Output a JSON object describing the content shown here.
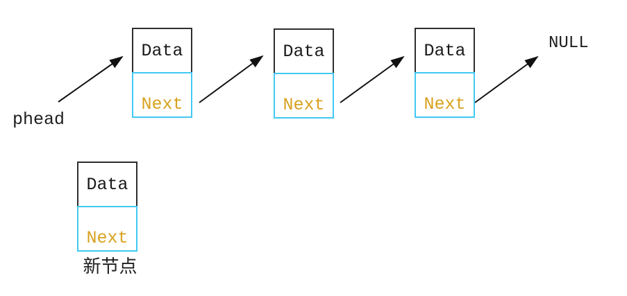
{
  "diagram": {
    "title_hint": "singly linked list with new node to insert",
    "phead_label": "phead",
    "null_label": "NULL",
    "new_node_caption": "新节点",
    "nodes": [
      {
        "id": "node1",
        "data_label": "Data",
        "next_label": "Next"
      },
      {
        "id": "node2",
        "data_label": "Data",
        "next_label": "Next"
      },
      {
        "id": "node3",
        "data_label": "Data",
        "next_label": "Next"
      },
      {
        "id": "new-node",
        "data_label": "Data",
        "next_label": "Next"
      }
    ],
    "arrows": [
      {
        "name": "arrow-phead-to-node1",
        "from": "phead",
        "to": "node1"
      },
      {
        "name": "arrow-node1-to-node2",
        "from": "node1.next",
        "to": "node2"
      },
      {
        "name": "arrow-node2-to-node3",
        "from": "node2.next",
        "to": "node3"
      },
      {
        "name": "arrow-node3-to-null",
        "from": "node3.next",
        "to": "NULL"
      }
    ],
    "colors": {
      "data_border": "#2d2d2d",
      "next_border": "#41c8f3",
      "next_text": "#d8a21f",
      "arrow": "#111111",
      "label_text": "#1f1f1f",
      "background": "#ffffff"
    }
  }
}
